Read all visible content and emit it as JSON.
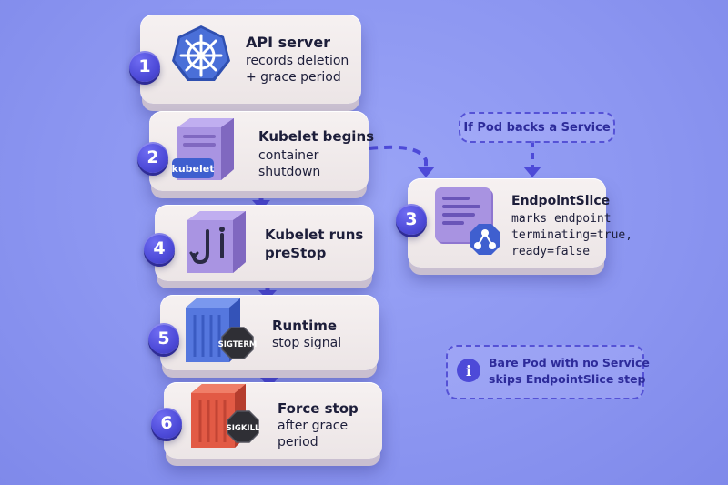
{
  "steps": [
    {
      "number": "1",
      "title": "API server",
      "lines": [
        "records deletion",
        "+ grace period"
      ],
      "icon": "kubernetes-helm-icon"
    },
    {
      "number": "2",
      "title": "Kubelet begins",
      "lines": [
        "container",
        "shutdown"
      ],
      "icon": "kubelet-cube-icon",
      "icon_label": "kubelet"
    },
    {
      "number": "3",
      "title": "EndpointSlice",
      "lines": [
        "marks endpoint",
        "terminating=true,",
        "ready=false"
      ],
      "icon": "endpointslice-document-icon"
    },
    {
      "number": "4",
      "title": "Kubelet runs",
      "lines": [
        "preStop"
      ],
      "icon": "prestop-hook-cube-icon"
    },
    {
      "number": "5",
      "title": "Runtime",
      "lines": [
        "stop signal"
      ],
      "icon": "blue-container-icon",
      "icon_label": "SIGTERM"
    },
    {
      "number": "6",
      "title": "Force stop",
      "lines": [
        "after grace",
        "period"
      ],
      "icon": "red-container-icon",
      "icon_label": "SIGKILL"
    }
  ],
  "condition_label": "If Pod backs a Service",
  "note": {
    "icon": "info-icon",
    "glyph": "i",
    "lines": [
      "Bare Pod with no Service",
      "skips EndpointSlice step"
    ]
  },
  "colors": {
    "background": "#8c96f1",
    "card": "#f1ecec",
    "badge": "#4d4ad8",
    "arrow": "#4d4ad8",
    "kubernetes_blue": "#3f63cf",
    "cube_purple": "#a58fdc",
    "container_blue": "#4d6fd6",
    "container_red": "#e0533f",
    "octagon_dark": "#2f2f35"
  }
}
